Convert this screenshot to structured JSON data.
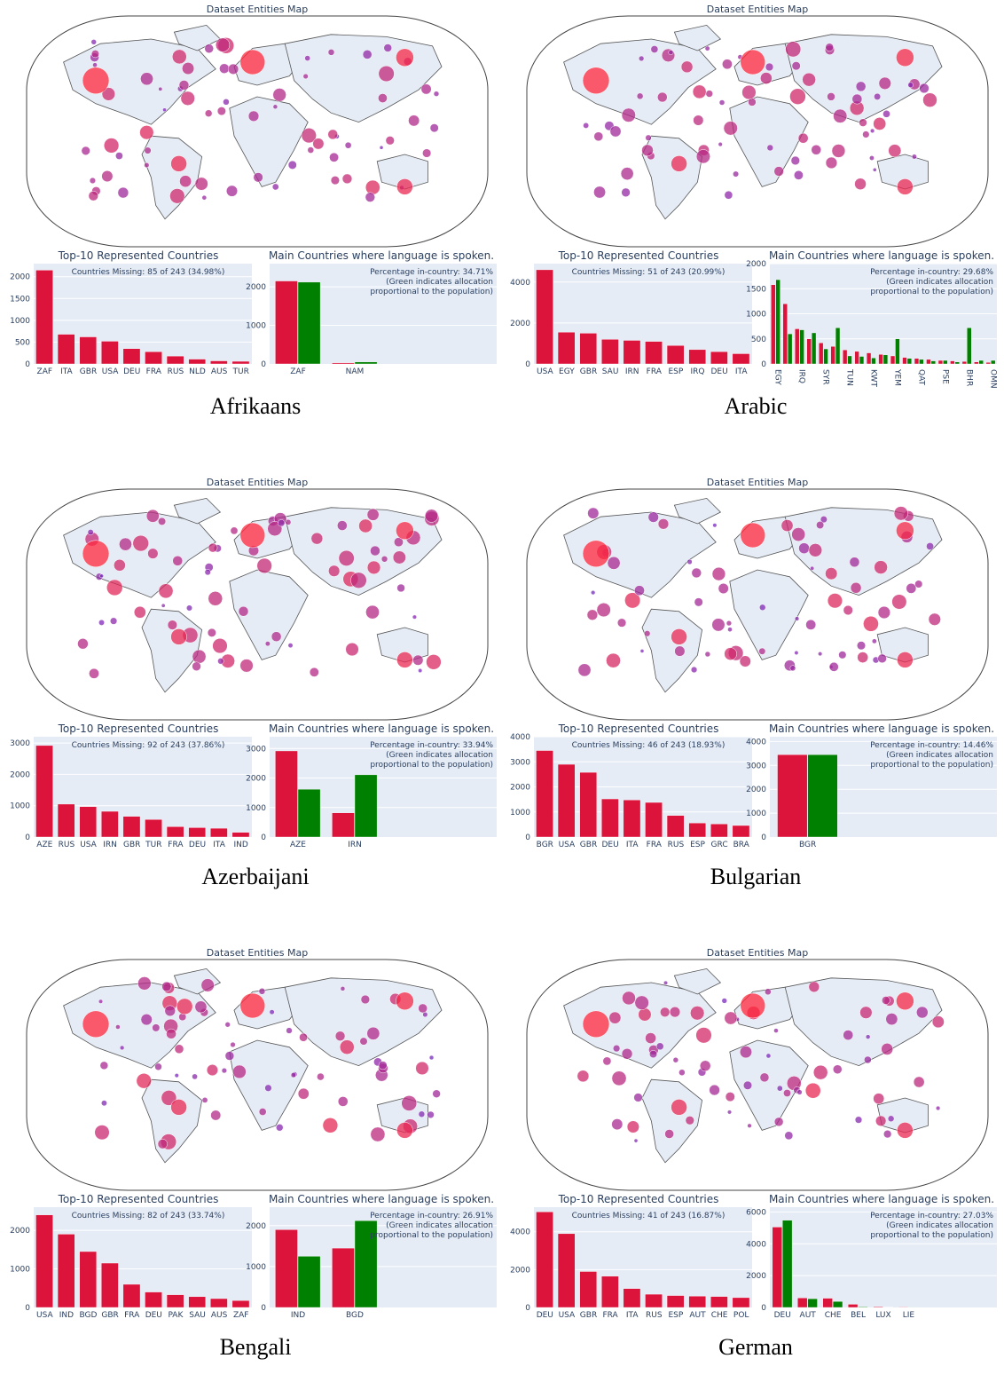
{
  "colors": {
    "ocean": "#ffffff",
    "land": "#e5ecf6",
    "plot_bg": "#e5ecf6",
    "red": "#dc143c",
    "green": "#008000",
    "text": "#2a3f5f"
  },
  "panels": [
    {
      "language": "Afrikaans",
      "map_title": "Dataset Entities Map",
      "top10": {
        "title": "Top-10 Represented Countries",
        "annotation": "Countries Missing: 85 of 243 (34.98%)"
      },
      "main": {
        "title": "Main Countries where language is spoken.",
        "annotation": [
          "Percentage in-country: 34.71%",
          "(Green indicates allocation",
          "proportional to the population)"
        ]
      }
    },
    {
      "language": "Arabic",
      "map_title": "Dataset Entities Map",
      "top10": {
        "title": "Top-10 Represented Countries",
        "annotation": "Countries Missing: 51 of 243 (20.99%)"
      },
      "main": {
        "title": "Main Countries where language is spoken.",
        "annotation": [
          "Percentage in-country: 29.68%",
          "(Green indicates allocation",
          "proportional to the population)"
        ]
      }
    },
    {
      "language": "Azerbaijani",
      "map_title": "Dataset Entities Map",
      "top10": {
        "title": "Top-10 Represented Countries",
        "annotation": "Countries Missing: 92 of 243 (37.86%)"
      },
      "main": {
        "title": "Main Countries where language is spoken.",
        "annotation": [
          "Percentage in-country: 33.94%",
          "(Green indicates allocation",
          "proportional to the population)"
        ]
      }
    },
    {
      "language": "Bulgarian",
      "map_title": "Dataset Entities Map",
      "top10": {
        "title": "Top-10 Represented Countries",
        "annotation": "Countries Missing: 46 of 243 (18.93%)"
      },
      "main": {
        "title": "Main Countries where language is spoken.",
        "annotation": [
          "Percentage in-country: 14.46%",
          "(Green indicates allocation",
          "proportional to the population)"
        ]
      }
    },
    {
      "language": "Bengali",
      "map_title": "Dataset Entities Map",
      "top10": {
        "title": "Top-10 Represented Countries",
        "annotation": "Countries Missing: 82 of 243 (33.74%)"
      },
      "main": {
        "title": "Main Countries where language is spoken.",
        "annotation": [
          "Percentage in-country: 26.91%",
          "(Green indicates allocation",
          "proportional to the population)"
        ]
      }
    },
    {
      "language": "German",
      "map_title": "Dataset Entities Map",
      "top10": {
        "title": "Top-10 Represented Countries",
        "annotation": "Countries Missing: 41 of 243 (16.87%)"
      },
      "main": {
        "title": "Main Countries where language is spoken.",
        "annotation": [
          "Percentage in-country: 27.03%",
          "(Green indicates allocation",
          "proportional to the population)"
        ]
      }
    }
  ],
  "chart_data": [
    {
      "type": "bar",
      "title": "Top-10 Represented Countries",
      "categories": [
        "ZAF",
        "ITA",
        "GBR",
        "USA",
        "DEU",
        "FRA",
        "RUS",
        "NLD",
        "AUS",
        "TUR"
      ],
      "values": [
        2150,
        680,
        620,
        520,
        350,
        280,
        180,
        110,
        70,
        60
      ],
      "ylim": [
        0,
        2300
      ],
      "yticks": [
        0,
        500,
        1000,
        1500,
        2000
      ],
      "grid": true
    },
    {
      "type": "bar",
      "title": "Main Countries where language is spoken.",
      "categories": [
        "ZAF",
        "NAM"
      ],
      "tick_labels": [
        "ZAF",
        "NAM"
      ],
      "series": [
        {
          "values": [
            2150,
            30
          ]
        },
        {
          "values": [
            2120,
            50
          ]
        }
      ],
      "ylim": [
        0,
        2600
      ],
      "yticks": [
        0,
        1000,
        2000
      ],
      "slots": 4,
      "grid": true
    },
    {
      "type": "bar",
      "title": "Top-10 Represented Countries",
      "categories": [
        "USA",
        "EGY",
        "GBR",
        "SAU",
        "IRN",
        "FRA",
        "ESP",
        "IRQ",
        "DEU",
        "ITA"
      ],
      "values": [
        4600,
        1550,
        1500,
        1200,
        1150,
        1100,
        900,
        700,
        600,
        500
      ],
      "ylim": [
        0,
        4900
      ],
      "yticks": [
        0,
        2000,
        4000
      ],
      "grid": true
    },
    {
      "type": "bar",
      "title": "Main Countries where language is spoken.",
      "categories": [
        "EGY",
        "C2",
        "IRQ",
        "C4",
        "SYR",
        "C6",
        "TUN",
        "C8",
        "KWT",
        "C10",
        "YEM",
        "C12",
        "QAT",
        "C14",
        "PSE",
        "C16",
        "BHR",
        "C18",
        "OMN"
      ],
      "tick_labels": [
        "EGY",
        "",
        "IRQ",
        "",
        "SYR",
        "",
        "TUN",
        "",
        "KWT",
        "",
        "YEM",
        "",
        "QAT",
        "",
        "PSE",
        "",
        "BHR",
        "",
        "OMN"
      ],
      "series": [
        {
          "values": [
            1580,
            1200,
            700,
            500,
            420,
            350,
            280,
            250,
            220,
            190,
            160,
            130,
            110,
            90,
            70,
            60,
            50,
            40,
            30
          ]
        },
        {
          "values": [
            1680,
            600,
            680,
            620,
            300,
            720,
            160,
            150,
            120,
            180,
            500,
            110,
            90,
            60,
            70,
            40,
            720,
            70,
            70
          ]
        }
      ],
      "ylim": [
        0,
        2000
      ],
      "yticks": [
        0,
        500,
        1000,
        1500,
        2000
      ],
      "grid": true
    },
    {
      "type": "bar",
      "title": "Top-10 Represented Countries",
      "categories": [
        "AZE",
        "RUS",
        "USA",
        "IRN",
        "GBR",
        "TUR",
        "FRA",
        "DEU",
        "ITA",
        "IND"
      ],
      "values": [
        2920,
        1050,
        970,
        820,
        660,
        560,
        330,
        300,
        280,
        150
      ],
      "ylim": [
        0,
        3200
      ],
      "yticks": [
        0,
        1000,
        2000,
        3000
      ],
      "grid": true
    },
    {
      "type": "bar",
      "title": "Main Countries where language is spoken.",
      "categories": [
        "AZE",
        "IRN"
      ],
      "tick_labels": [
        "AZE",
        "IRN"
      ],
      "series": [
        {
          "values": [
            2920,
            820
          ]
        },
        {
          "values": [
            1620,
            2110
          ]
        }
      ],
      "ylim": [
        0,
        3400
      ],
      "yticks": [
        0,
        1000,
        2000,
        3000
      ],
      "slots": 4,
      "grid": true
    },
    {
      "type": "bar",
      "title": "Top-10 Represented Countries",
      "categories": [
        "BGR",
        "USA",
        "GBR",
        "DEU",
        "ITA",
        "FRA",
        "RUS",
        "ESP",
        "GRC",
        "BRA"
      ],
      "values": [
        3450,
        2900,
        2580,
        1520,
        1480,
        1380,
        860,
        560,
        520,
        460
      ],
      "ylim": [
        0,
        4000
      ],
      "yticks": [
        0,
        1000,
        2000,
        3000,
        4000
      ],
      "grid": true
    },
    {
      "type": "bar",
      "title": "Main Countries where language is spoken.",
      "categories": [
        "BGR"
      ],
      "tick_labels": [
        "BGR"
      ],
      "series": [
        {
          "values": [
            3450
          ]
        },
        {
          "values": [
            3450
          ]
        }
      ],
      "ylim": [
        0,
        4200
      ],
      "yticks": [
        0,
        1000,
        2000,
        3000,
        4000
      ],
      "slots": 3,
      "grid": true
    },
    {
      "type": "bar",
      "title": "Top-10 Represented Countries",
      "categories": [
        "USA",
        "IND",
        "BGD",
        "GBR",
        "FRA",
        "DEU",
        "PAK",
        "SAU",
        "AUS",
        "ZAF"
      ],
      "values": [
        2400,
        1900,
        1450,
        1150,
        600,
        400,
        330,
        280,
        230,
        180
      ],
      "ylim": [
        0,
        2600
      ],
      "yticks": [
        0,
        1000,
        2000
      ],
      "grid": true
    },
    {
      "type": "bar",
      "title": "Main Countries where language is spoken.",
      "categories": [
        "IND",
        "BGD"
      ],
      "tick_labels": [
        "IND",
        "BGD"
      ],
      "series": [
        {
          "values": [
            1900,
            1450
          ]
        },
        {
          "values": [
            1250,
            2120
          ]
        }
      ],
      "ylim": [
        0,
        2450
      ],
      "yticks": [
        0,
        1000,
        2000
      ],
      "slots": 4,
      "grid": true
    },
    {
      "type": "bar",
      "title": "Top-10 Represented Countries",
      "categories": [
        "DEU",
        "USA",
        "GBR",
        "FRA",
        "ITA",
        "RUS",
        "ESP",
        "AUT",
        "CHE",
        "POL"
      ],
      "values": [
        5050,
        3900,
        1900,
        1650,
        1000,
        700,
        630,
        600,
        580,
        520
      ],
      "ylim": [
        0,
        5300
      ],
      "yticks": [
        0,
        2000,
        4000
      ],
      "grid": true
    },
    {
      "type": "bar",
      "title": "Main Countries where language is spoken.",
      "categories": [
        "DEU",
        "AUT",
        "CHE",
        "BEL",
        "LUX",
        "LIE"
      ],
      "tick_labels": [
        "DEU",
        "AUT",
        "CHE",
        "BEL",
        "LUX",
        "LIE"
      ],
      "series": [
        {
          "values": [
            5050,
            600,
            580,
            200,
            50,
            30
          ]
        },
        {
          "values": [
            5480,
            550,
            380,
            40,
            20,
            10
          ]
        }
      ],
      "ylim": [
        0,
        6300
      ],
      "yticks": [
        0,
        2000,
        4000,
        6000
      ],
      "slots": 9,
      "grid": true
    }
  ]
}
